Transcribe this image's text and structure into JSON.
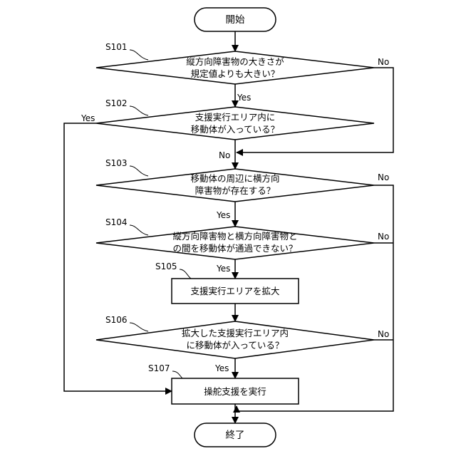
{
  "flow": {
    "start": "開始",
    "end": "終了",
    "steps": {
      "s101": {
        "id": "S101",
        "line1": "縦方向障害物の大きさが",
        "line2": "規定値よりも大きい？"
      },
      "s102": {
        "id": "S102",
        "line1": "支援実行エリア内に",
        "line2": "移動体が入っている？"
      },
      "s103": {
        "id": "S103",
        "line1": "移動体の周辺に横方向",
        "line2": "障害物が存在する？"
      },
      "s104": {
        "id": "S104",
        "line1": "縦方向障害物と横方向障害物と",
        "line2": "の間を移動体が通過できない？"
      },
      "s105": {
        "id": "S105",
        "text": "支援実行エリアを拡大"
      },
      "s106": {
        "id": "S106",
        "line1": "拡大した支援実行エリア内",
        "line2": "に移動体が入っている？"
      },
      "s107": {
        "id": "S107",
        "text": "操舵支援を実行"
      }
    },
    "labels": {
      "yes": "Yes",
      "no": "No"
    }
  }
}
